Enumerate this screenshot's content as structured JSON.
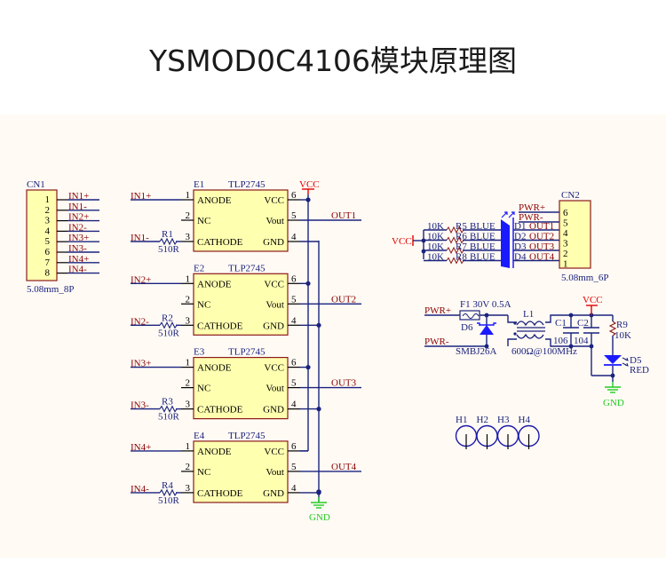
{
  "title": "YSMOD0C4106模块原理图",
  "colors": {
    "wire": "#1a237e",
    "net_label": "#8b0000",
    "power": "#e00000",
    "ground": "#22cc22",
    "chip_fill": "#ffffb0",
    "chip_border": "#8b1a1a",
    "panel_bg": "#fffaf4",
    "led_blue": "#1a1aff"
  },
  "cn1": {
    "ref": "CN1",
    "footprint": "5.08mm_8P",
    "pins": [
      "1",
      "2",
      "3",
      "4",
      "5",
      "6",
      "7",
      "8"
    ],
    "nets": [
      "IN1+",
      "IN1-",
      "IN2+",
      "IN2-",
      "IN3+",
      "IN3-",
      "IN4+",
      "IN4-"
    ]
  },
  "optos": [
    {
      "ref": "E1",
      "part": "TLP2745",
      "in_pos": "IN1+",
      "in_neg": "IN1-",
      "res_ref": "R1",
      "res_val": "510R",
      "out": "OUT1"
    },
    {
      "ref": "E2",
      "part": "TLP2745",
      "in_pos": "IN2+",
      "in_neg": "IN2-",
      "res_ref": "R2",
      "res_val": "510R",
      "out": "OUT2"
    },
    {
      "ref": "E3",
      "part": "TLP2745",
      "in_pos": "IN3+",
      "in_neg": "IN3-",
      "res_ref": "R3",
      "res_val": "510R",
      "out": "OUT3"
    },
    {
      "ref": "E4",
      "part": "TLP2745",
      "in_pos": "IN4+",
      "in_neg": "IN4-",
      "res_ref": "R4",
      "res_val": "510R",
      "out": "OUT4"
    }
  ],
  "opto_pins": {
    "left": [
      {
        "num": "1",
        "name": "ANODE"
      },
      {
        "num": "2",
        "name": "NC"
      },
      {
        "num": "3",
        "name": "CATHODE"
      }
    ],
    "right": [
      {
        "num": "6",
        "name": "VCC"
      },
      {
        "num": "5",
        "name": "Vout"
      },
      {
        "num": "4",
        "name": "GND"
      }
    ]
  },
  "power_labels": {
    "vcc": "VCC",
    "gnd": "GND"
  },
  "led_section": {
    "vcc": "VCC",
    "rows": [
      {
        "res_val": "10K",
        "res_ref": "R5",
        "color": "BLUE",
        "led": "D1",
        "net": "OUT1"
      },
      {
        "res_val": "10K",
        "res_ref": "R6",
        "color": "BLUE",
        "led": "D2",
        "net": "OUT2"
      },
      {
        "res_val": "10K",
        "res_ref": "R7",
        "color": "BLUE",
        "led": "D3",
        "net": "OUT3"
      },
      {
        "res_val": "10K",
        "res_ref": "R8",
        "color": "BLUE",
        "led": "D4",
        "net": "OUT4"
      }
    ]
  },
  "cn2": {
    "ref": "CN2",
    "footprint": "5.08mm_6P",
    "pins": [
      "6",
      "5",
      "4",
      "3",
      "2",
      "1"
    ],
    "nets": [
      "PWR+",
      "PWR-"
    ]
  },
  "power_section": {
    "pwr_pos": "PWR+",
    "pwr_neg": "PWR-",
    "fuse": "F1  30V 0.5A",
    "tvs_ref": "D6",
    "tvs_part": "SMBJ26A",
    "inductor_ref": "L1",
    "inductor_val": "600Ω@100MHz",
    "c1_ref": "C1",
    "c1_val": "106",
    "c2_ref": "C2",
    "c2_val": "104",
    "r9_ref": "R9",
    "r9_val": "10K",
    "led_ref": "D5",
    "led_color": "RED",
    "vcc": "VCC",
    "gnd": "GND"
  },
  "mounting_holes": [
    "H1",
    "H2",
    "H3",
    "H4"
  ]
}
